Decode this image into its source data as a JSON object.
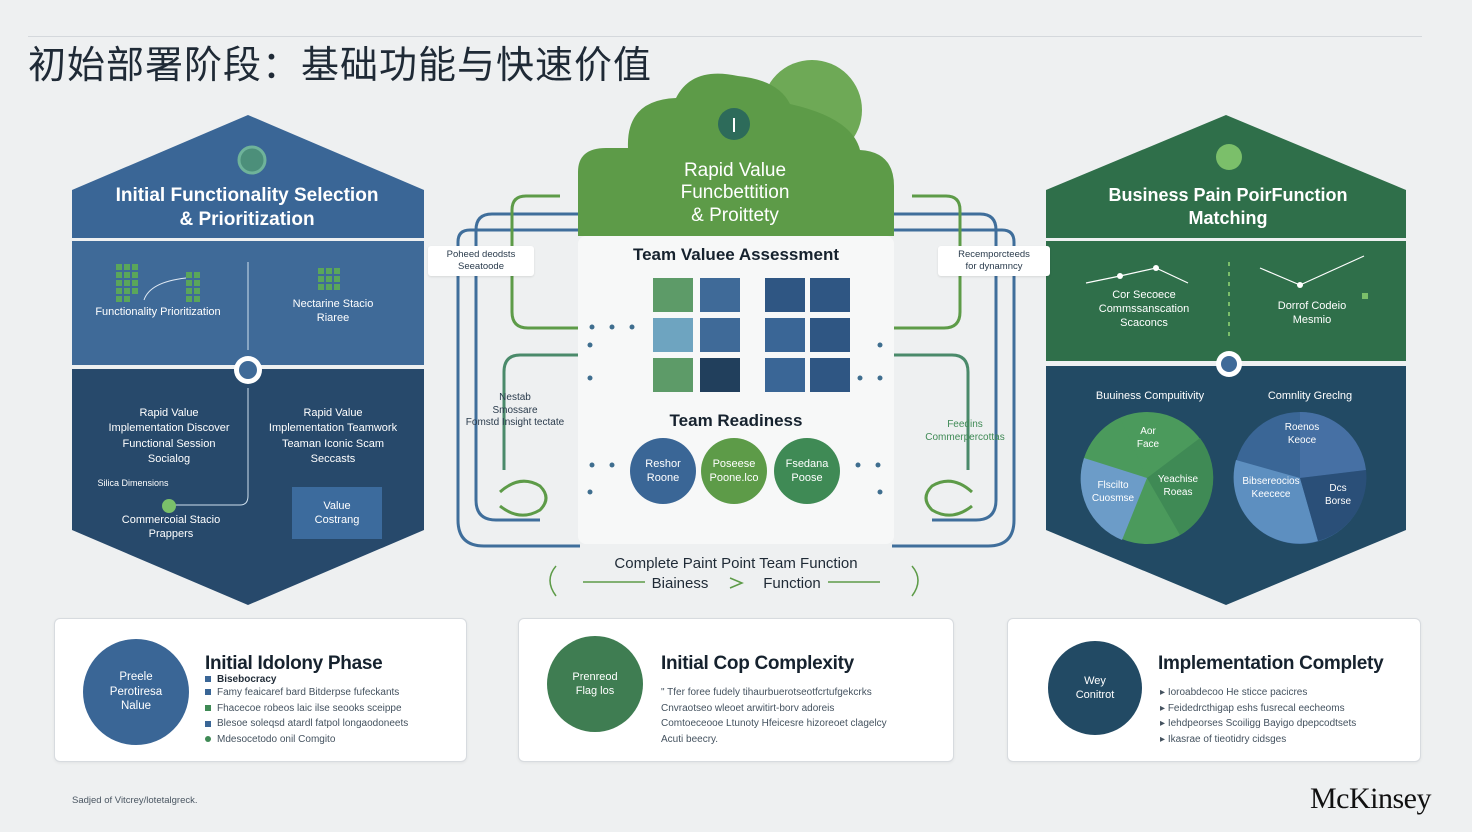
{
  "page_title": "初始部署阶段：基础功能与快速价值",
  "left_panel": {
    "header": "Initial Functionality Selection\n& Prioritization",
    "upper_left_label": "Functionality Prioritization",
    "upper_right_label": "Nectarine Stacio\nRiaree",
    "lower_left_text": "Rapid Value\nImplementation Discover\nFunctional Session\nSocialog",
    "lower_right_text": "Rapid Value\nImplementation Teamwork\nTeaman Iconic Scam\nSeccasts",
    "mini_label": "Silica Dimensions",
    "green_label": "Commercoial Stacio\nPrappers",
    "box_label": "Value\nCostrang"
  },
  "center_panel": {
    "header": "Rapid Value\nFuncbettition\n& Proittety",
    "section1": "Team Valuee Assessment",
    "section2": "Team Readiness",
    "circles": [
      "Reshor\nRoone",
      "Poseese\nPoone.lco",
      "Fsedana\nPoose"
    ],
    "footer_line1": "Complete Paint Point Team Function",
    "footer_left": "Biainess",
    "footer_right": "Function"
  },
  "right_panel": {
    "header": "Business Pain PoirFunction\nMatching",
    "upper_left_label": "Cor Secoece\nCommssanscation\nScaconcs",
    "upper_right_label": "Dorrof Codeio\nMesmio",
    "chart1_title": "Buuiness Compuitivity",
    "chart2_title": "Comnlity Greclng",
    "chart1_slices": [
      "Aor\nFace",
      "Flscilto\nCuosmse",
      "Yeachise\nRoeas"
    ],
    "chart2_slices": [
      "Roenos\nKeoce",
      "Bibsereocios\nKeecece",
      "Dcs\nBorse"
    ]
  },
  "connectors": {
    "left_callout": "Poheed deodsts\nSeeatoode",
    "right_callout": "Recemporcteeds\nfor dynamncy",
    "left_mid": "Nestab\nSmossare\nFomstd Insight tectate",
    "right_mid": "Feedins\nCommerpercottas"
  },
  "cards": [
    {
      "circle": "Preele\nPerotiresa\nNalue",
      "title": "Initial Idolony Phase",
      "subtitle": "Bisebocracy",
      "bullets": [
        "Famy feaicaref bard Bitderpse fufeckants",
        "Fhacecoe robeos laic ilse seooks sceippe",
        "Blesoe soleqsd atardl fatpol longaodoneets",
        "Mdesocetodo onil Comgito"
      ]
    },
    {
      "circle": "Prenreod\nFlag los",
      "title": "Initial Cop Complexity",
      "subtitle": "",
      "bullets": [
        "\" Tfer foree fudely tihaurbuerotseotfcrtufgekcrks",
        "Cnvraotseo wleoet arwitirt-borv adoreis",
        "Comtoeceooe Ltunoty Hfeicesre hizoreoet clagelcy",
        "Acuti beecry."
      ]
    },
    {
      "circle": "Wey\nConitrot",
      "title": "Implementation Complety",
      "subtitle": "",
      "bullets": [
        "Ioroabdecoo He sticce pacicres",
        "Feidedrcthigap eshs fusrecal eecheoms",
        "Iehdpeorses Scoiligg Bayigo dpepcodtsets",
        "Ikasrae of tieotidry cidsges"
      ]
    }
  ],
  "footnote": "Sadjed of Vitcrey/lotetalgreck.",
  "brand": "McKinsey",
  "colors": {
    "blue_header": "#3a6696",
    "blue_upper": "#3f6a98",
    "navy_lower": "#27496b",
    "green": "#5d9b48",
    "dark_green": "#2f6f4a",
    "teal_dark": "#224a64"
  }
}
